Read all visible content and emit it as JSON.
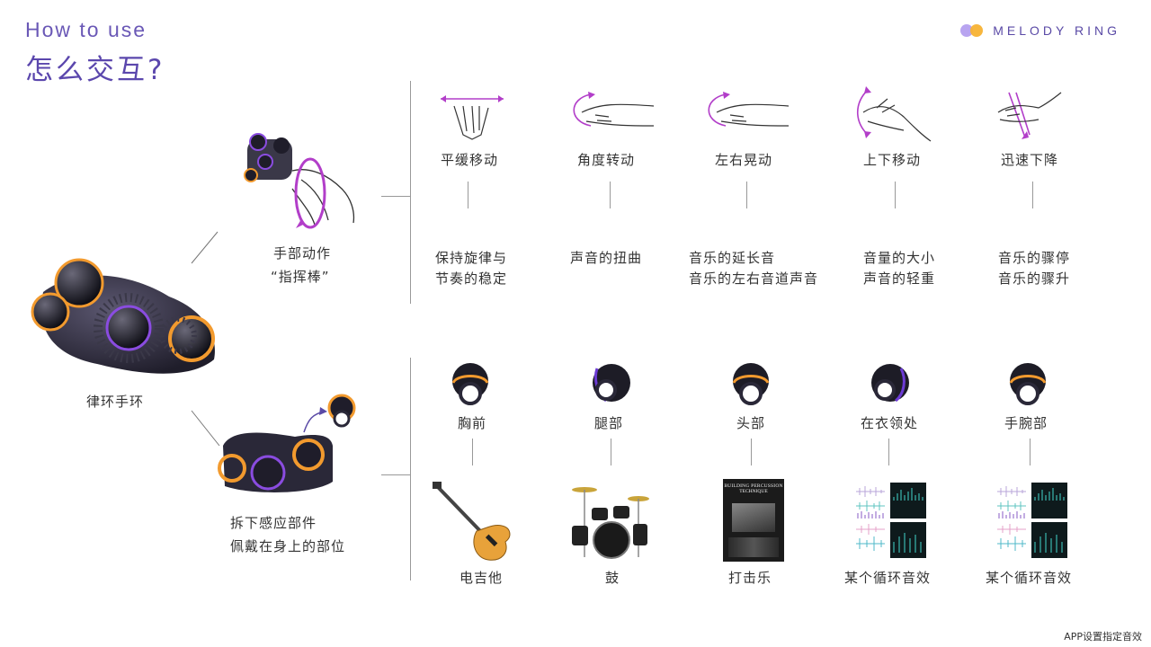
{
  "header": {
    "title_en": "How to use",
    "title_cn": "怎么交互?",
    "brand": "MELODY RING",
    "brand_colors": [
      "#b8a4f0",
      "#f7b234"
    ]
  },
  "left": {
    "device_label": "律环手环",
    "hand_label_line1": "手部动作",
    "hand_label_line2": "“指挥棒”",
    "detach_label_line1": "拆下感应部件",
    "detach_label_line2": "佩戴在身上的部位"
  },
  "gestures": [
    {
      "icon": "hand-flat-move-icon",
      "label": "平缓移动",
      "desc_line1": "保持旋律与",
      "desc_line2": "节奏的稳定"
    },
    {
      "icon": "hand-rotate-icon",
      "label": "角度转动",
      "desc_line1": "声音的扭曲",
      "desc_line2": ""
    },
    {
      "icon": "hand-swing-icon",
      "label": "左右晃动",
      "desc_line1": "音乐的延长音",
      "desc_line2": "音乐的左右音道声音"
    },
    {
      "icon": "hand-updown-icon",
      "label": "上下移动",
      "desc_line1": "音量的大小",
      "desc_line2": "声音的轻重"
    },
    {
      "icon": "hand-drop-icon",
      "label": "迅速下降",
      "desc_line1": "音乐的骤停",
      "desc_line2": "音乐的骤升"
    }
  ],
  "positions": [
    {
      "label": "胸前",
      "instrument": "电吉他",
      "ring_accent": "#f29a2e",
      "media": "guitar"
    },
    {
      "label": "腿部",
      "instrument": "鼓",
      "ring_accent": "#6c3bd4",
      "media": "drums"
    },
    {
      "label": "头部",
      "instrument": "打击乐",
      "ring_accent": "#f29a2e",
      "media": "book"
    },
    {
      "label": "在衣领处",
      "instrument": "某个循环音效",
      "ring_accent": "#6c3bd4",
      "media": "waveform"
    },
    {
      "label": "手腕部",
      "instrument": "某个循环音效",
      "ring_accent": "#f29a2e",
      "media": "waveform"
    }
  ],
  "book": {
    "title_line1": "BUILDING PERCUSSION",
    "title_line2": "TECHNIQUE"
  },
  "footer": {
    "note": "APP设置指定音效"
  }
}
